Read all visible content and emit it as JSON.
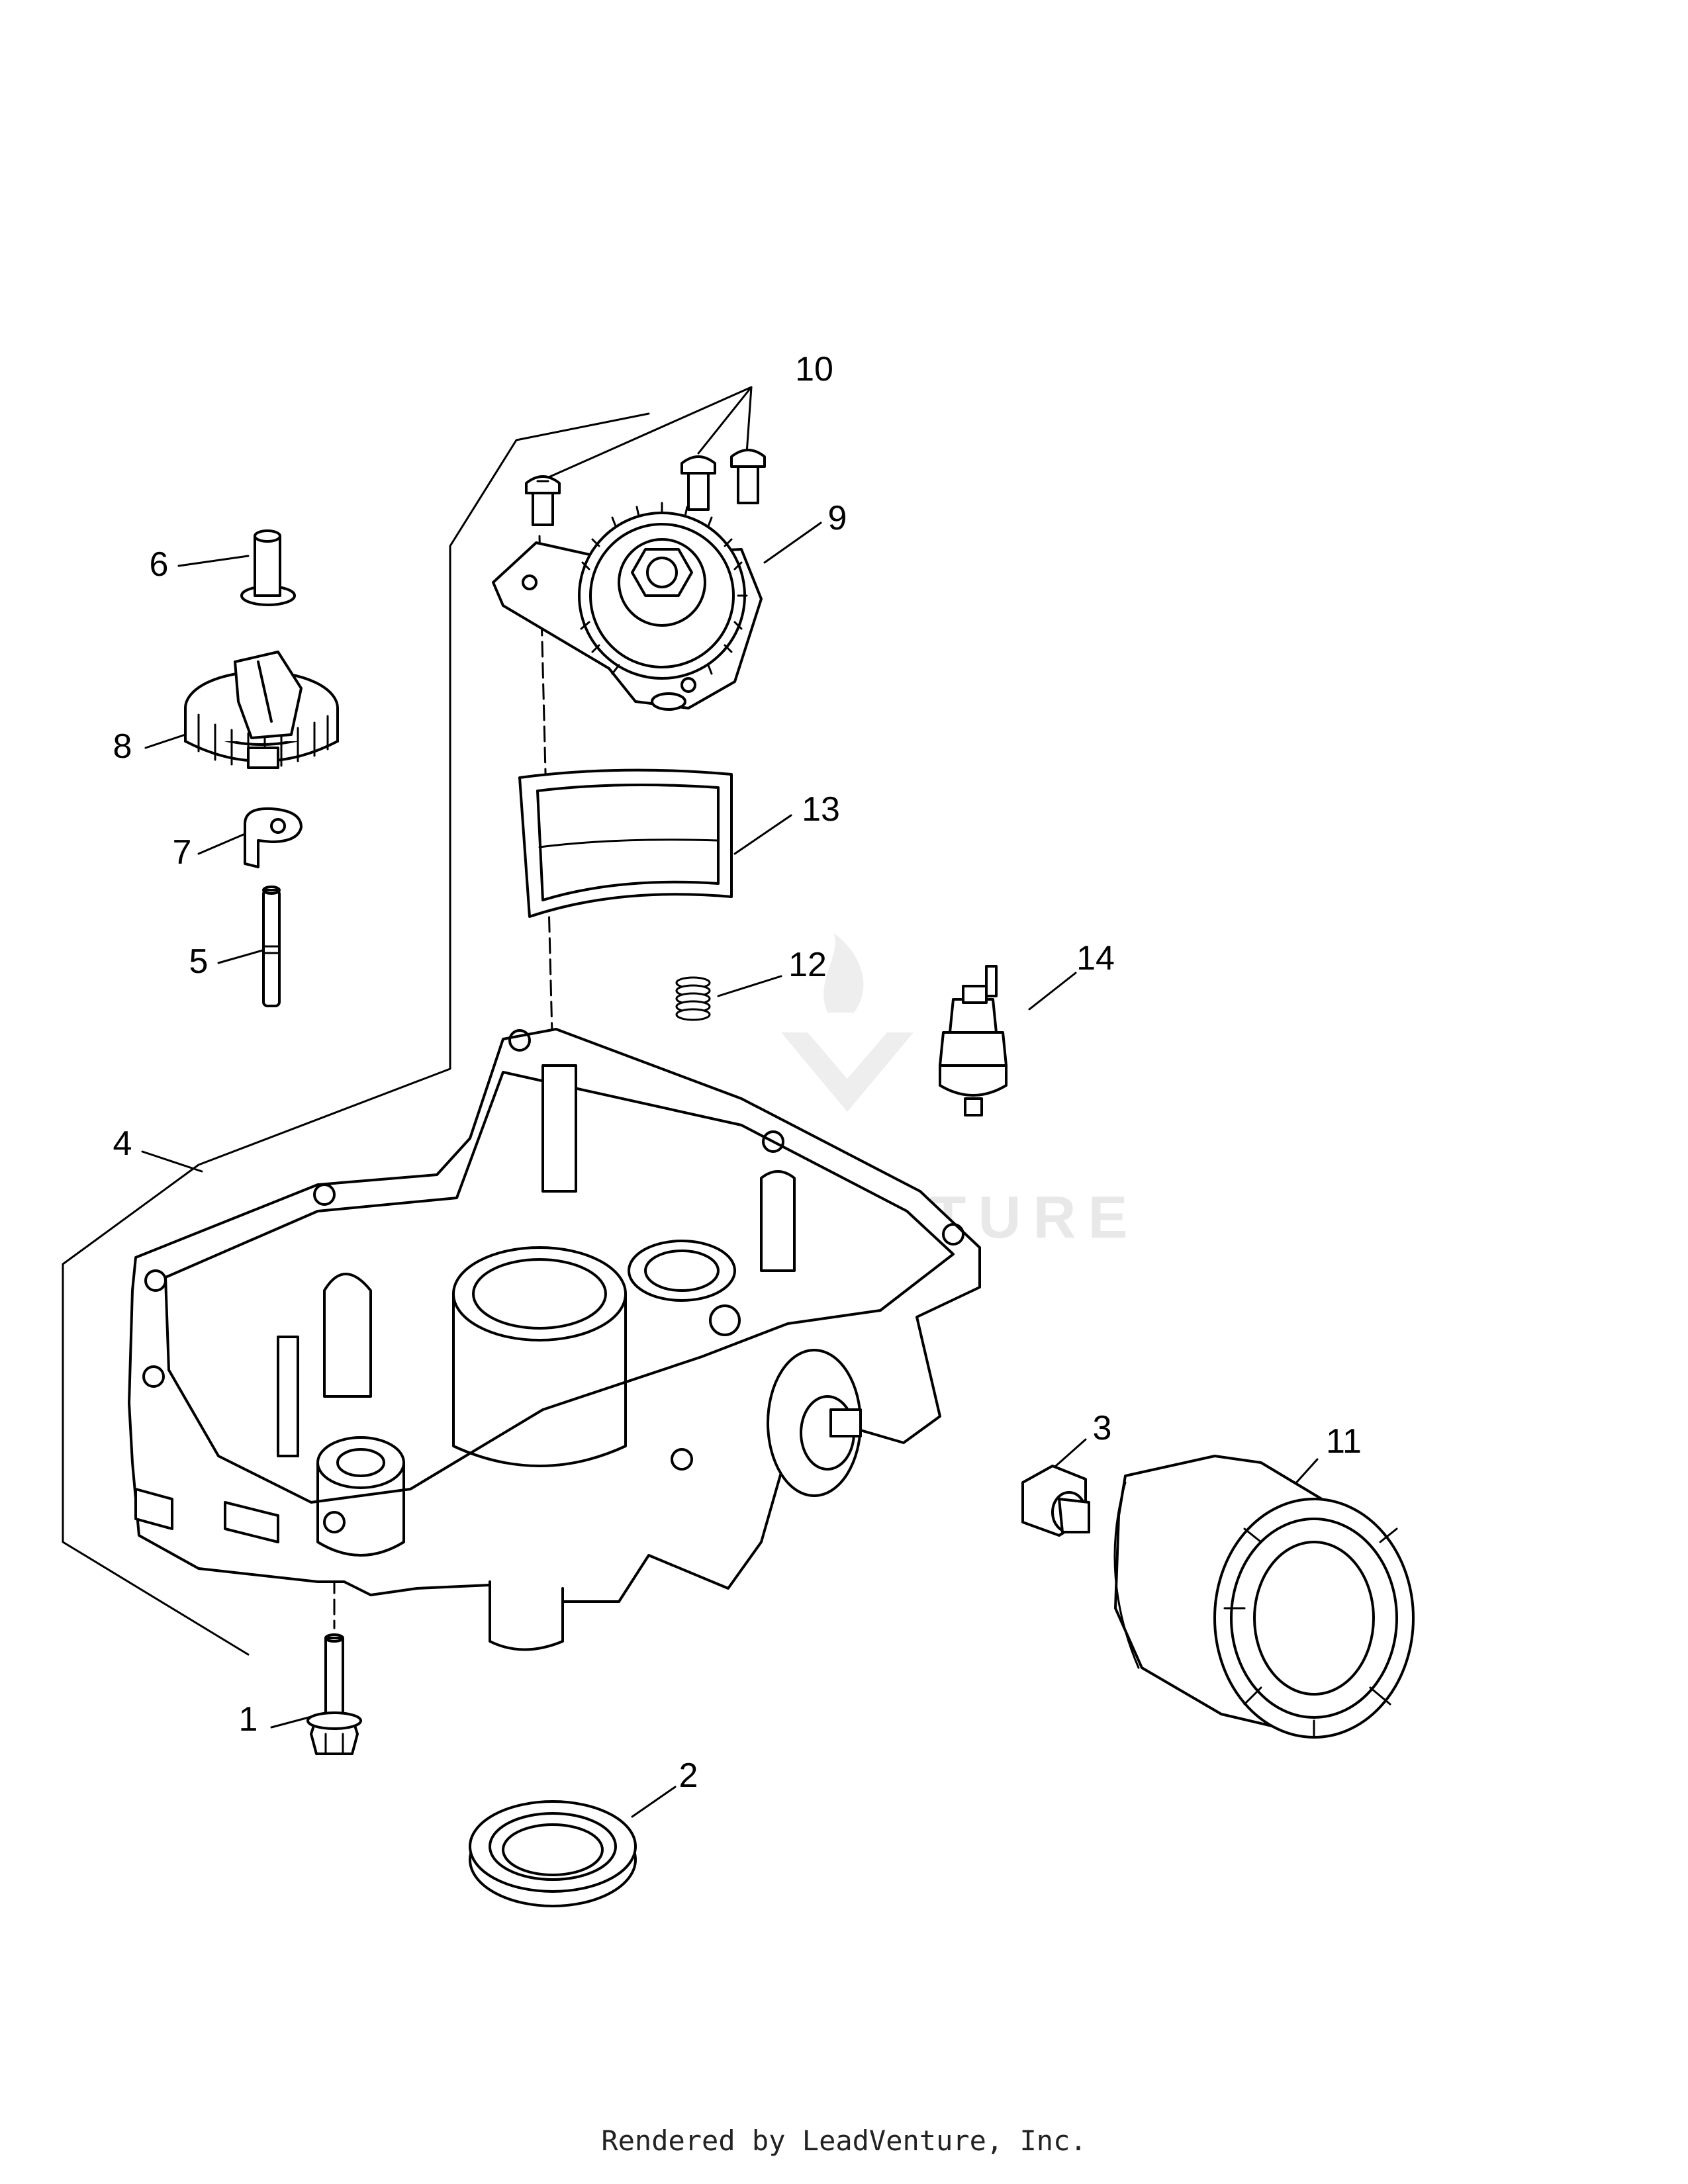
{
  "diagram": {
    "callouts": [
      {
        "id": "1",
        "label": "1"
      },
      {
        "id": "2",
        "label": "2"
      },
      {
        "id": "3",
        "label": "3"
      },
      {
        "id": "4",
        "label": "4"
      },
      {
        "id": "5",
        "label": "5"
      },
      {
        "id": "6",
        "label": "6"
      },
      {
        "id": "7",
        "label": "7"
      },
      {
        "id": "8",
        "label": "8"
      },
      {
        "id": "9",
        "label": "9"
      },
      {
        "id": "10",
        "label": "10"
      },
      {
        "id": "11",
        "label": "11"
      },
      {
        "id": "12",
        "label": "12"
      },
      {
        "id": "13",
        "label": "13"
      },
      {
        "id": "14",
        "label": "14"
      }
    ],
    "watermark": "LEADVENTURE"
  },
  "footer": {
    "credit": "Rendered by LeadVenture, Inc."
  }
}
